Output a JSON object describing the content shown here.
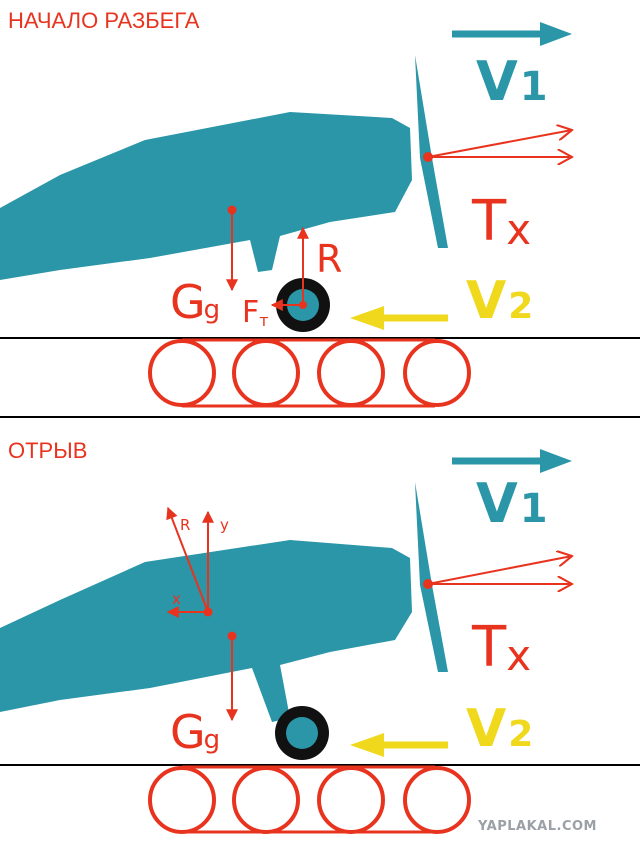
{
  "colors": {
    "fuselage": "#2a96a8",
    "force_arrow": "#e8341f",
    "belt_wheel": "#e8341f",
    "belt_band": "#e8341f",
    "v1_arrow": "#2a96a8",
    "v2_arrow": "#f0d81c",
    "wheel_tire": "#111111",
    "ground_line": "#000000"
  },
  "panel_top": {
    "title": "НАЧАЛО РАЗБЕГА",
    "labels": {
      "v1_main": "V",
      "v1_sub": "1",
      "thrust_main": "T",
      "thrust_sub": "x",
      "v2_main": "V",
      "v2_sub": "2",
      "gravity_main": "G",
      "gravity_sub": "g",
      "friction_main": "F",
      "friction_sub": "т",
      "reaction": "R"
    }
  },
  "panel_bottom": {
    "title": "ОТРЫВ",
    "labels": {
      "v1_main": "V",
      "v1_sub": "1",
      "thrust_main": "T",
      "thrust_sub": "x",
      "v2_main": "V",
      "v2_sub": "2",
      "gravity_main": "G",
      "gravity_sub": "g",
      "axis_r": "R",
      "axis_y": "y",
      "axis_x": "x"
    }
  },
  "watermark": "YAPLAKAL.COM"
}
